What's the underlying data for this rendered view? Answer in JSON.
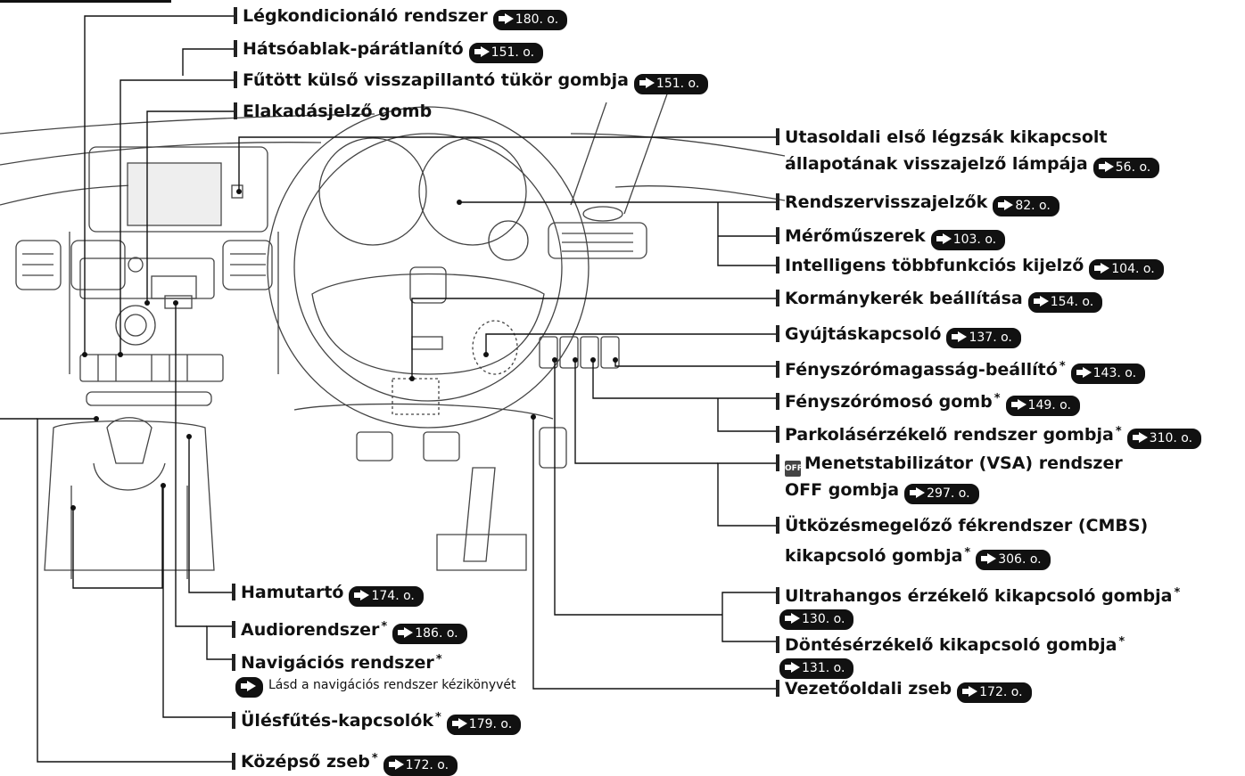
{
  "ref_suffix": "o.",
  "labels": [
    {
      "id": "legkondi",
      "text": "Légkondicionáló rendszer",
      "ref": "180.",
      "star": false
    },
    {
      "id": "hatsoablak",
      "text": "Hátsóablak-párátlanító",
      "ref": "151.",
      "star": false
    },
    {
      "id": "tukor",
      "text": "Fűtött külső visszapillantó tükör gombja",
      "ref": "151.",
      "star": false
    },
    {
      "id": "elakadas",
      "text": "Elakadásjelző gomb",
      "ref": "",
      "star": false
    },
    {
      "id": "legzsak1",
      "text": "Utasoldali első légzsák kikapcsolt",
      "ref": "",
      "star": false
    },
    {
      "id": "legzsak2",
      "text": "állapotának visszajelző lámpája",
      "ref": "56.",
      "star": false
    },
    {
      "id": "rendszervissza",
      "text": "Rendszervisszajelzők",
      "ref": "82.",
      "star": false
    },
    {
      "id": "meromuszer",
      "text": "Mérőműszerek",
      "ref": "103.",
      "star": false
    },
    {
      "id": "intelligens",
      "text": "Intelligens többfunkciós kijelző",
      "ref": "104.",
      "star": false
    },
    {
      "id": "kormany",
      "text": "Kormánykerék beállítása",
      "ref": "154.",
      "star": false
    },
    {
      "id": "gyujtas",
      "text": "Gyújtáskapcsoló",
      "ref": "137.",
      "star": false
    },
    {
      "id": "fenyszoromag",
      "text": "Fényszórómagasság-beállító",
      "ref": "143.",
      "star": true
    },
    {
      "id": "fenyszoromoso",
      "text": "Fényszórómosó gomb",
      "ref": "149.",
      "star": true
    },
    {
      "id": "parkolas",
      "text": "Parkolásérzékelő rendszer gombja",
      "ref": "310.",
      "star": true
    },
    {
      "id": "vsa1",
      "text": "Menetstabilizátor (VSA) rendszer",
      "ref": "",
      "star": false
    },
    {
      "id": "vsa2",
      "text": "OFF gombja",
      "ref": "297.",
      "star": false
    },
    {
      "id": "cmbs1",
      "text": "Ütközésmegelőző fékrendszer (CMBS)",
      "ref": "",
      "star": false
    },
    {
      "id": "cmbs2",
      "text": "kikapcsoló gombja",
      "ref": "306.",
      "star": true
    },
    {
      "id": "ultra1",
      "text": "Ultrahangos érzékelő kikapcsoló gombja",
      "ref": "",
      "star": true
    },
    {
      "id": "ultra2",
      "text": "",
      "ref": "130.",
      "star": false
    },
    {
      "id": "dontes1",
      "text": "Döntésérzékelő kikapcsoló gombja",
      "ref": "",
      "star": true
    },
    {
      "id": "dontes2",
      "text": "",
      "ref": "131.",
      "star": false
    },
    {
      "id": "vezeto",
      "text": "Vezetőoldali zseb",
      "ref": "172.",
      "star": false
    },
    {
      "id": "hamutarto",
      "text": "Hamutartó",
      "ref": "174.",
      "star": false
    },
    {
      "id": "audio",
      "text": "Audiorendszer",
      "ref": "186.",
      "star": true
    },
    {
      "id": "navigacio",
      "text": "Navigációs rendszer",
      "ref": "",
      "star": true
    },
    {
      "id": "ulesfutes",
      "text": "Ülésfűtés-kapcsolók",
      "ref": "179.",
      "star": true
    },
    {
      "id": "kozepso",
      "text": "Középső zseb",
      "ref": "172.",
      "star": true
    }
  ],
  "note_text": "Lásd a navigációs rendszer kézikönyvét",
  "vsa_icon_text": "OFF",
  "star_symbol": "*"
}
